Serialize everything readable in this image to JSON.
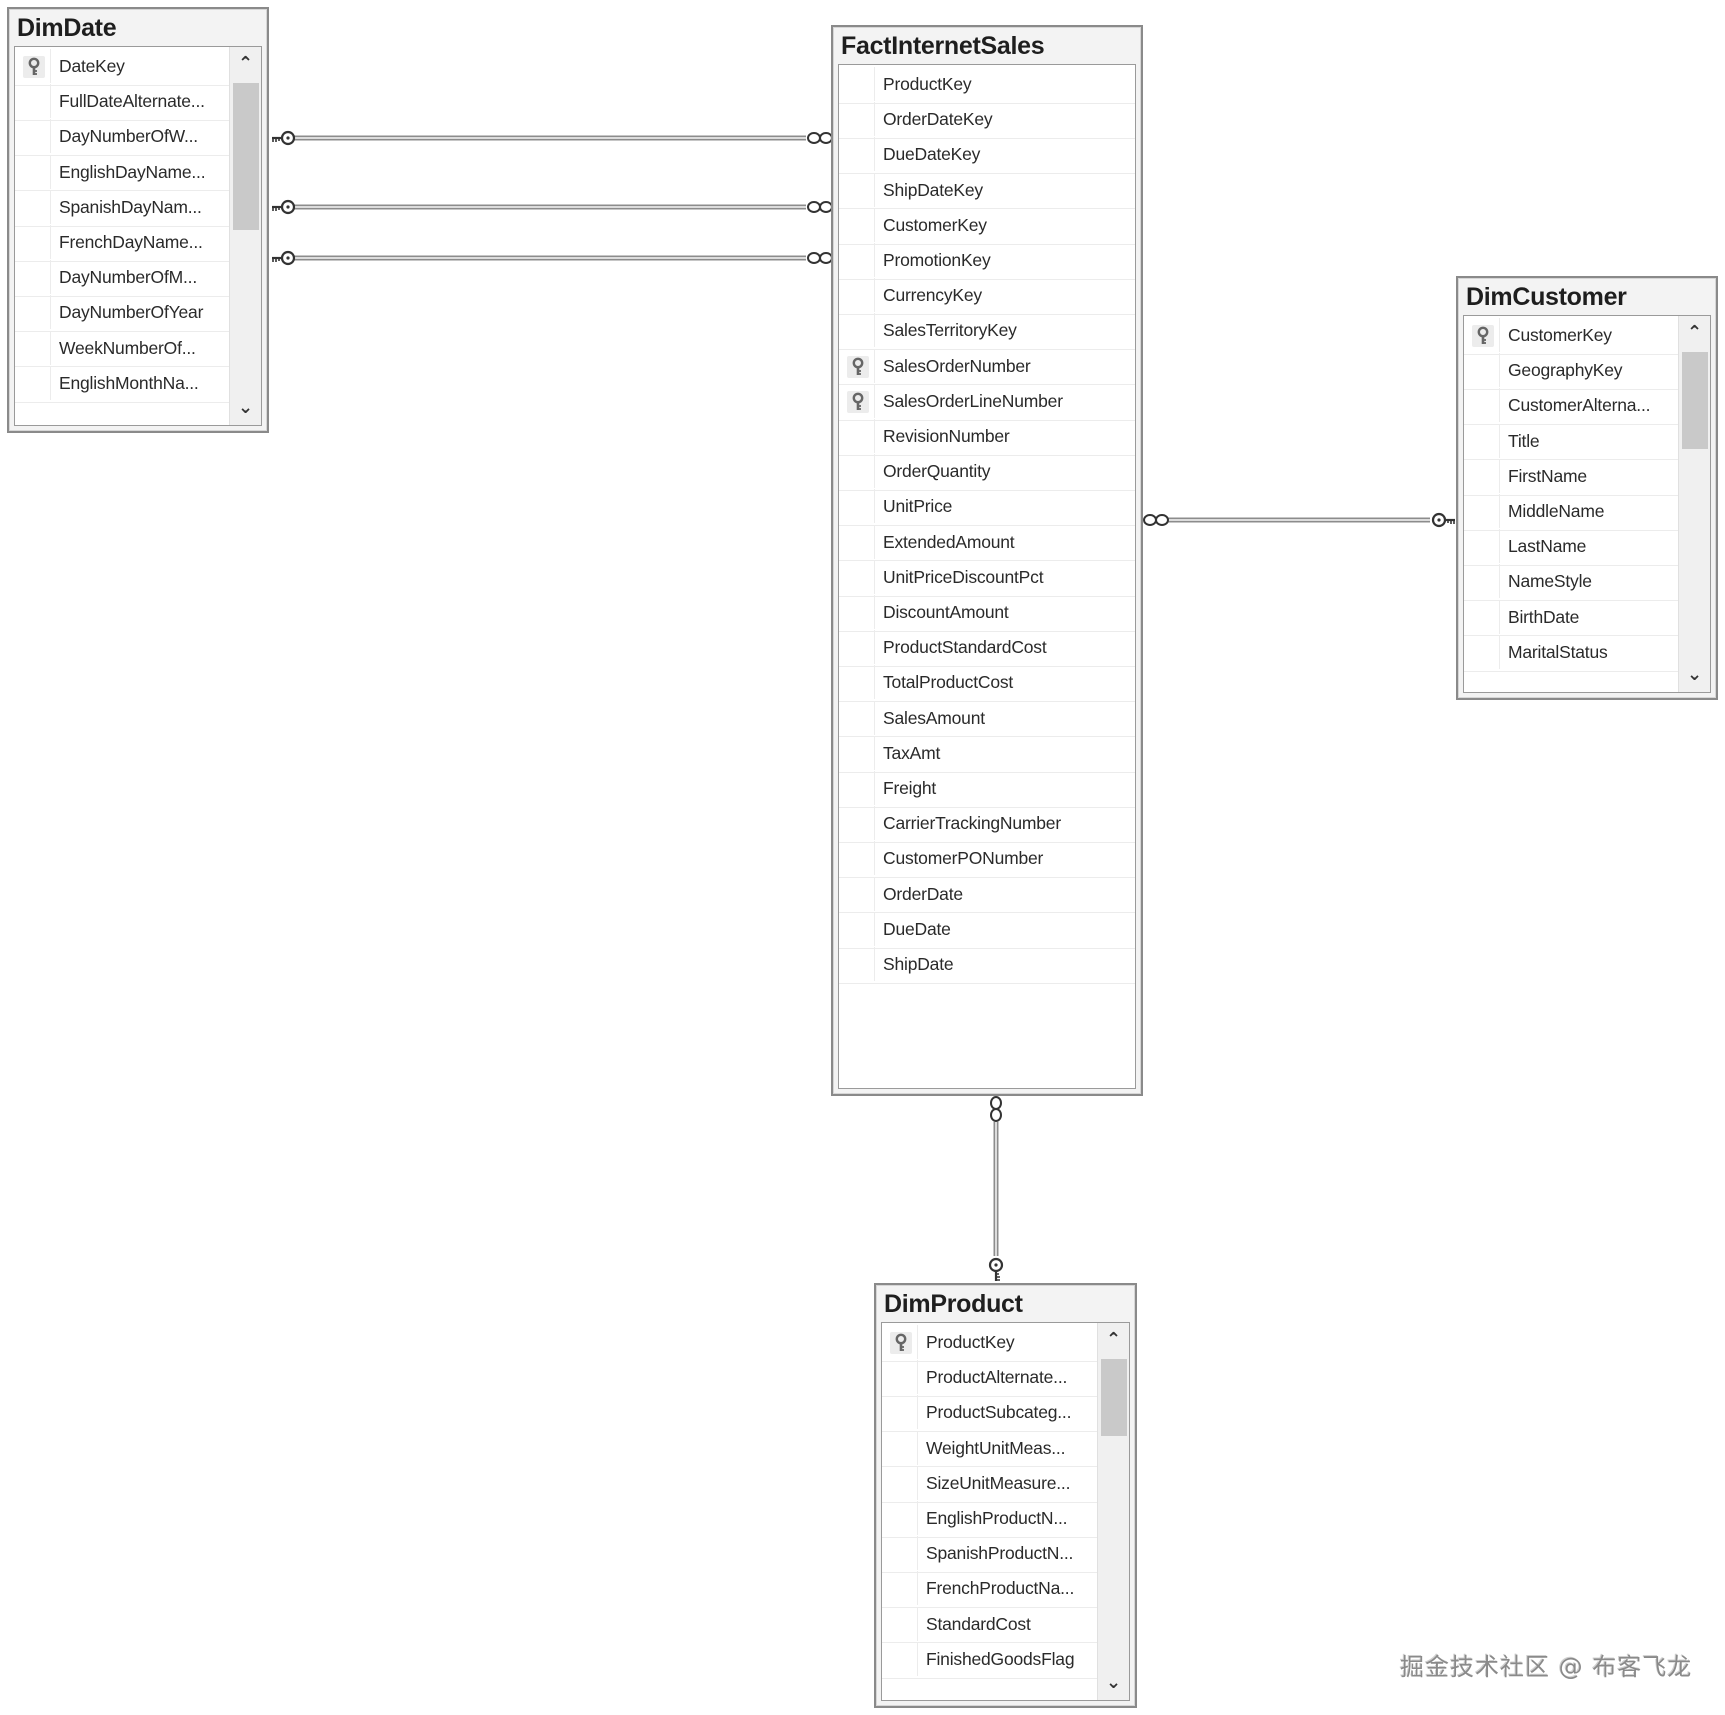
{
  "diagram": {
    "tables": {
      "dim_date": {
        "title": "DimDate",
        "columns": [
          {
            "name": "DateKey",
            "pk": true
          },
          {
            "name": "FullDateAlternate..."
          },
          {
            "name": "DayNumberOfW..."
          },
          {
            "name": "EnglishDayName..."
          },
          {
            "name": "SpanishDayNam..."
          },
          {
            "name": "FrenchDayName..."
          },
          {
            "name": "DayNumberOfM..."
          },
          {
            "name": "DayNumberOfYear"
          },
          {
            "name": "WeekNumberOf..."
          },
          {
            "name": "EnglishMonthNa..."
          }
        ],
        "scrollbar": {
          "up_icon": "^",
          "down_icon": "v"
        }
      },
      "fact_internet_sales": {
        "title": "FactInternetSales",
        "columns": [
          {
            "name": "ProductKey"
          },
          {
            "name": "OrderDateKey"
          },
          {
            "name": "DueDateKey"
          },
          {
            "name": "ShipDateKey"
          },
          {
            "name": "CustomerKey"
          },
          {
            "name": "PromotionKey"
          },
          {
            "name": "CurrencyKey"
          },
          {
            "name": "SalesTerritoryKey"
          },
          {
            "name": "SalesOrderNumber",
            "pk": true
          },
          {
            "name": "SalesOrderLineNumber",
            "pk": true
          },
          {
            "name": "RevisionNumber"
          },
          {
            "name": "OrderQuantity"
          },
          {
            "name": "UnitPrice"
          },
          {
            "name": "ExtendedAmount"
          },
          {
            "name": "UnitPriceDiscountPct"
          },
          {
            "name": "DiscountAmount"
          },
          {
            "name": "ProductStandardCost"
          },
          {
            "name": "TotalProductCost"
          },
          {
            "name": "SalesAmount"
          },
          {
            "name": "TaxAmt"
          },
          {
            "name": "Freight"
          },
          {
            "name": "CarrierTrackingNumber"
          },
          {
            "name": "CustomerPONumber"
          },
          {
            "name": "OrderDate"
          },
          {
            "name": "DueDate"
          },
          {
            "name": "ShipDate"
          }
        ]
      },
      "dim_customer": {
        "title": "DimCustomer",
        "columns": [
          {
            "name": "CustomerKey",
            "pk": true
          },
          {
            "name": "GeographyKey"
          },
          {
            "name": "CustomerAlterna..."
          },
          {
            "name": "Title"
          },
          {
            "name": "FirstName"
          },
          {
            "name": "MiddleName"
          },
          {
            "name": "LastName"
          },
          {
            "name": "NameStyle"
          },
          {
            "name": "BirthDate"
          },
          {
            "name": "MaritalStatus"
          }
        ],
        "scrollbar": {
          "up_icon": "^",
          "down_icon": "v"
        }
      },
      "dim_product": {
        "title": "DimProduct",
        "columns": [
          {
            "name": "ProductKey",
            "pk": true
          },
          {
            "name": "ProductAlternate..."
          },
          {
            "name": "ProductSubcateg..."
          },
          {
            "name": "WeightUnitMeas..."
          },
          {
            "name": "SizeUnitMeasure..."
          },
          {
            "name": "EnglishProductN..."
          },
          {
            "name": "SpanishProductN..."
          },
          {
            "name": "FrenchProductNa..."
          },
          {
            "name": "StandardCost"
          },
          {
            "name": "FinishedGoodsFlag"
          }
        ],
        "scrollbar": {
          "up_icon": "^",
          "down_icon": "v"
        }
      }
    },
    "relationships": [
      {
        "from": "DimDate",
        "to": "FactInternetSales",
        "one_end": "key",
        "many_end": "infinity"
      },
      {
        "from": "DimDate",
        "to": "FactInternetSales",
        "one_end": "key",
        "many_end": "infinity"
      },
      {
        "from": "DimDate",
        "to": "FactInternetSales",
        "one_end": "key",
        "many_end": "infinity"
      },
      {
        "from": "DimCustomer",
        "to": "FactInternetSales",
        "one_end": "key",
        "many_end": "infinity"
      },
      {
        "from": "DimProduct",
        "to": "FactInternetSales",
        "one_end": "key",
        "many_end": "infinity"
      }
    ]
  },
  "watermark": "掘金技术社区 @ 布客飞龙",
  "colors": {
    "border": "#8a8a8a",
    "title_bg": "#f3f3f3",
    "scroll_thumb": "#c9c9c9",
    "text": "#2a2a2a"
  }
}
